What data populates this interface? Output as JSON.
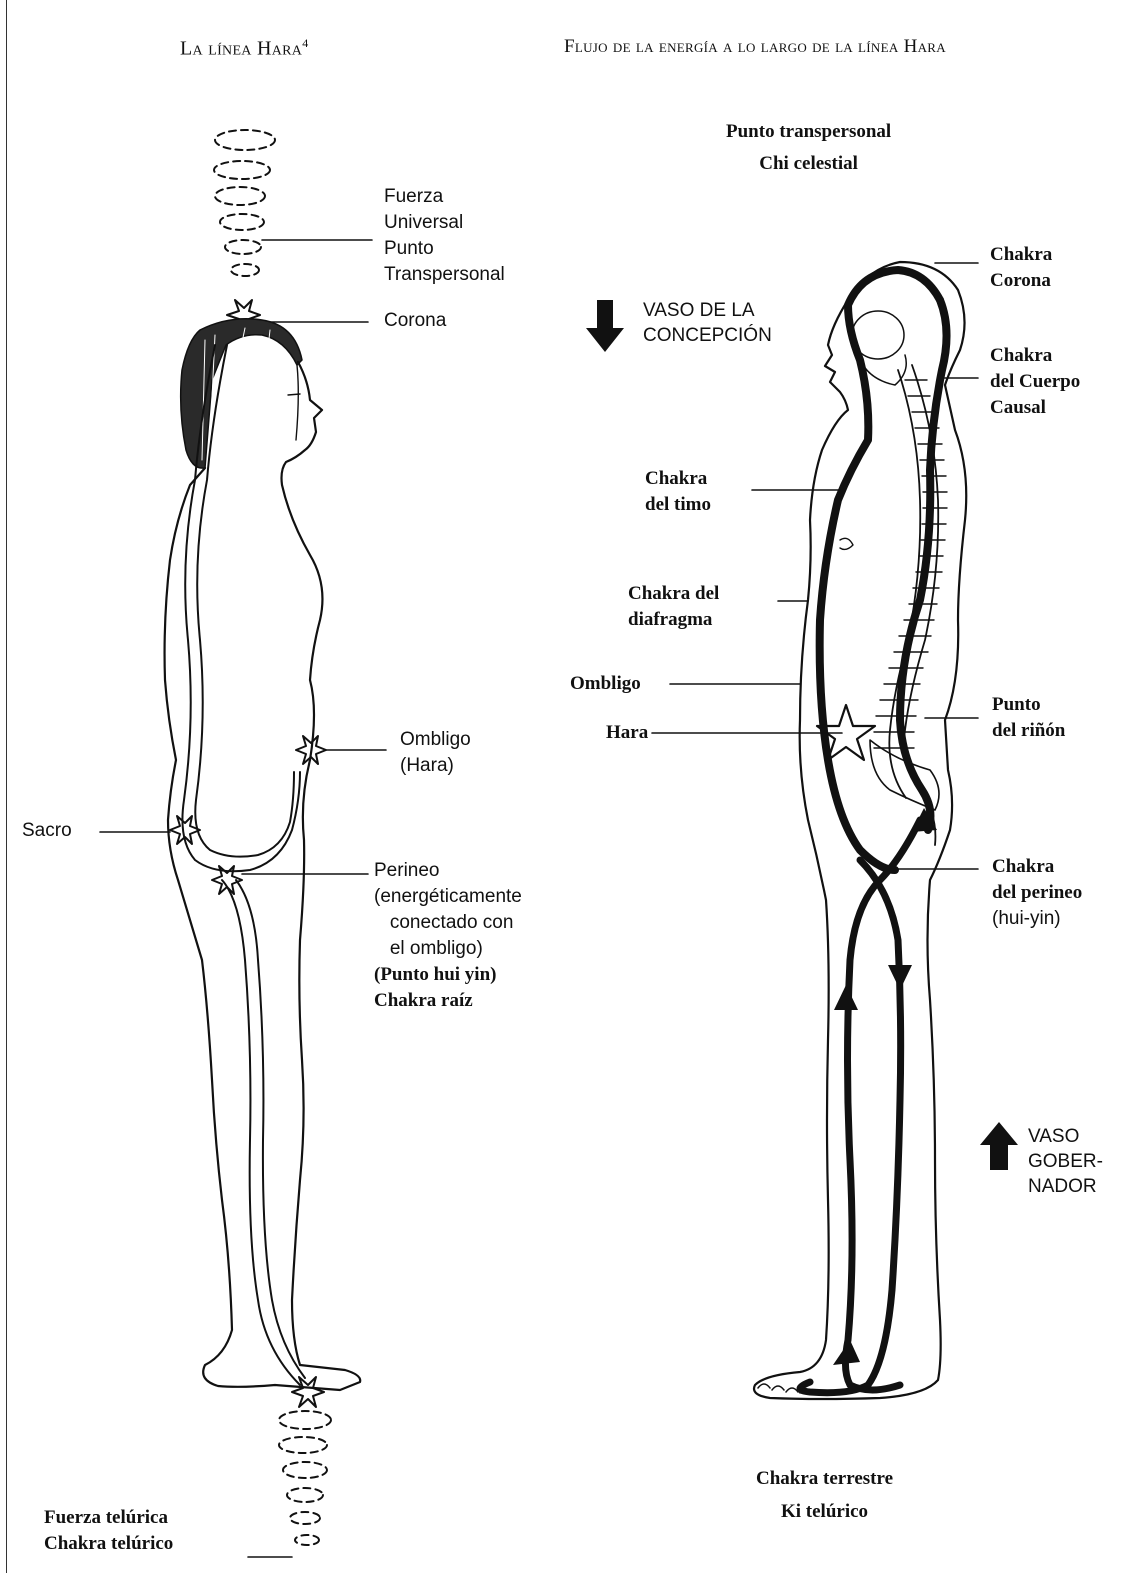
{
  "left_figure": {
    "title": "La línea Hara",
    "title_note": "4",
    "labels": {
      "universal": "Fuerza\nUniversal\nPunto\nTranspersonal",
      "corona": "Corona",
      "ombligo": "Ombligo\n(Hara)",
      "sacro": "Sacro",
      "perineo": "Perineo\n(energéticamente\n   conectado con\n   el ombligo)",
      "root": "(Punto hui yin)\nChakra raíz",
      "telurica": "Fuerza telúrica\nChakra telúrico"
    }
  },
  "right_figure": {
    "title": "Flujo de la energía a lo largo de la línea Hara",
    "labels": {
      "top": "Punto transpersonal\nChi celestial",
      "corona": "Chakra\nCorona",
      "causal": "Chakra\ndel Cuerpo\nCausal",
      "vaso_concepcion": "VASO DE LA\nCONCEPCIÓN",
      "timo": "Chakra\ndel timo",
      "diafragma": "Chakra del\ndiafragma",
      "ombligo": "Ombligo",
      "hara": "Hara",
      "rinon": "Punto\ndel riñón",
      "perineo": "Chakra\ndel perineo",
      "hui_yin": "(hui-yin)",
      "vaso_gobernador": "VASO\nGOBER-\nNADOR",
      "bottom": "Chakra terrestre\nKi telúrico"
    }
  }
}
